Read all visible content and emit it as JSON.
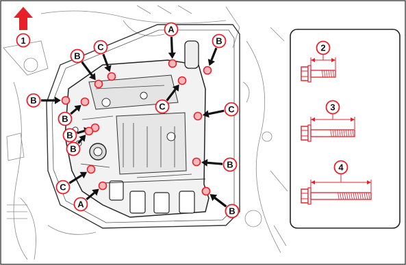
{
  "figure": {
    "direction_marker": "1",
    "callouts": [
      {
        "letter": "A"
      },
      {
        "letter": "B"
      },
      {
        "letter": "C"
      },
      {
        "letter": "B"
      },
      {
        "letter": "B"
      },
      {
        "letter": "B"
      },
      {
        "letter": "C"
      },
      {
        "letter": "C"
      },
      {
        "letter": "B"
      },
      {
        "letter": "B"
      },
      {
        "letter": "B"
      },
      {
        "letter": "B"
      },
      {
        "letter": "C"
      },
      {
        "letter": "A"
      },
      {
        "letter": "B"
      }
    ]
  },
  "bolt_legend": [
    {
      "number": "2"
    },
    {
      "number": "3"
    },
    {
      "number": "4"
    }
  ],
  "colors": {
    "accent": "#e8202a",
    "line": "#222222"
  }
}
